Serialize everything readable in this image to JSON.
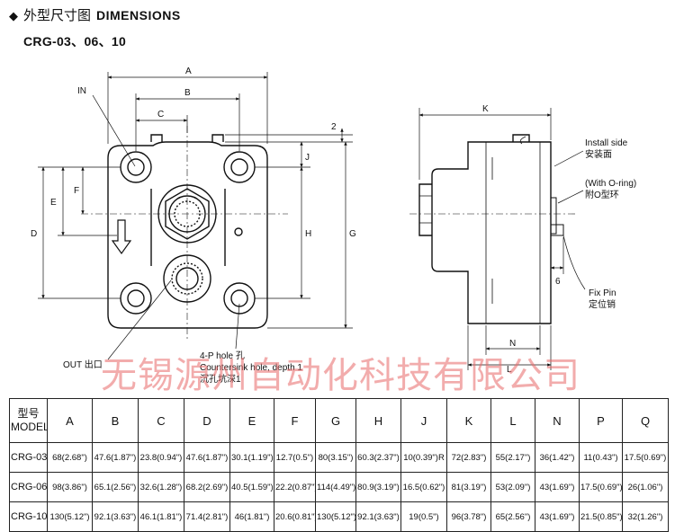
{
  "header": {
    "bullet": "◆",
    "title_cn": "外型尺寸图",
    "title_en": "DIMENSIONS",
    "models_line": "CRG-03、06、10"
  },
  "front_view": {
    "labels": {
      "A": "A",
      "B": "B",
      "C": "C",
      "D": "D",
      "E": "E",
      "F": "F",
      "G": "G",
      "H": "H",
      "J": "J",
      "two": "2"
    },
    "port_in": "IN",
    "port_out": "OUT 出口",
    "hole_note_1": "4-P  hole  孔",
    "hole_note_2": "Countersink hole, depth 1",
    "hole_note_3": "沉孔坑深1"
  },
  "side_view": {
    "labels": {
      "K": "K",
      "N": "N",
      "L": "L",
      "six": "6"
    },
    "install_side_en": "Install side",
    "install_side_cn": "安装面",
    "oring_en": "(With O-ring)",
    "oring_cn": "附O型环",
    "fixpin_en": "Fix Pin",
    "fixpin_cn": "定位销"
  },
  "watermark": "无锡源州自动化科技有限公司",
  "table": {
    "model_header_cn": "型号",
    "model_header_en": "MODEL",
    "columns": [
      "A",
      "B",
      "C",
      "D",
      "E",
      "F",
      "G",
      "H",
      "J",
      "K",
      "L",
      "N",
      "P",
      "Q"
    ],
    "rows": [
      {
        "model": "CRG-03",
        "values": [
          "68(2.68\")",
          "47.6(1.87\")",
          "23.8(0.94\")",
          "47.6(1.87\")",
          "30.1(1.19\")",
          "12.7(0.5\")",
          "80(3.15\")",
          "60.3(2.37\")",
          "10(0.39\")R",
          "72(2.83\")",
          "55(2.17\")",
          "36(1.42\")",
          "11(0.43\")",
          "17.5(0.69\")"
        ]
      },
      {
        "model": "CRG-06",
        "values": [
          "98(3.86\")",
          "65.1(2.56\")",
          "32.6(1.28\")",
          "68.2(2.69\")",
          "40.5(1.59\")",
          "22.2(0.87\")",
          "114(4.49\")",
          "80.9(3.19\")",
          "16.5(0.62\")",
          "81(3.19\")",
          "53(2.09\")",
          "43(1.69\")",
          "17.5(0.69\")",
          "26(1.06\")"
        ]
      },
      {
        "model": "CRG-10",
        "values": [
          "130(5.12\")",
          "92.1(3.63\")",
          "46.1(1.81\")",
          "71.4(2.81\")",
          "46(1.81\")",
          "20.6(0.81\")",
          "130(5.12\")",
          "92.1(3.63\")",
          "19(0.5\")",
          "96(3.78\")",
          "65(2.56\")",
          "43(1.69\")",
          "21.5(0.85\")",
          "32(1.26\")"
        ]
      }
    ]
  }
}
